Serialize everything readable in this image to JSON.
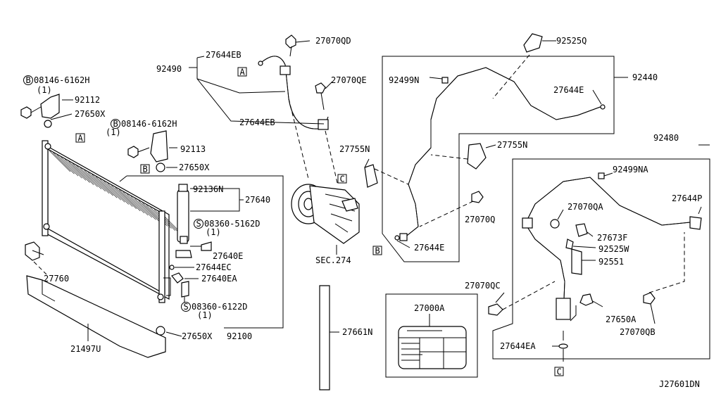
{
  "diagram": {
    "code": "J27601DN",
    "labels": [
      "27070QD",
      "27644EB",
      "92490",
      "27070QE",
      "27644EB",
      "92525Q",
      "92440",
      "92499N",
      "27644E",
      "08146-6162H",
      "(1)",
      "92112",
      "27650X",
      "08146-6162H",
      "(1)",
      "92113",
      "27650X",
      "92136N",
      "27640",
      "08360-5162D",
      "(1)",
      "27640E",
      "27644EC",
      "27640EA",
      "08360-6122D",
      "(1)",
      "27650X",
      "92100",
      "27760",
      "21497U",
      "27755N",
      "27755N",
      "SEC.274",
      "27070Q",
      "27644E",
      "92480",
      "92499NA",
      "27644P",
      "27070QA",
      "27673F",
      "92525W",
      "92551",
      "27070QC",
      "27650A",
      "27070QB",
      "27644EA",
      "27000A",
      "27661N"
    ],
    "refs": [
      "A",
      "A",
      "B",
      "B",
      "C",
      "C"
    ],
    "circle_marks": [
      "B",
      "B",
      "S",
      "S"
    ]
  }
}
